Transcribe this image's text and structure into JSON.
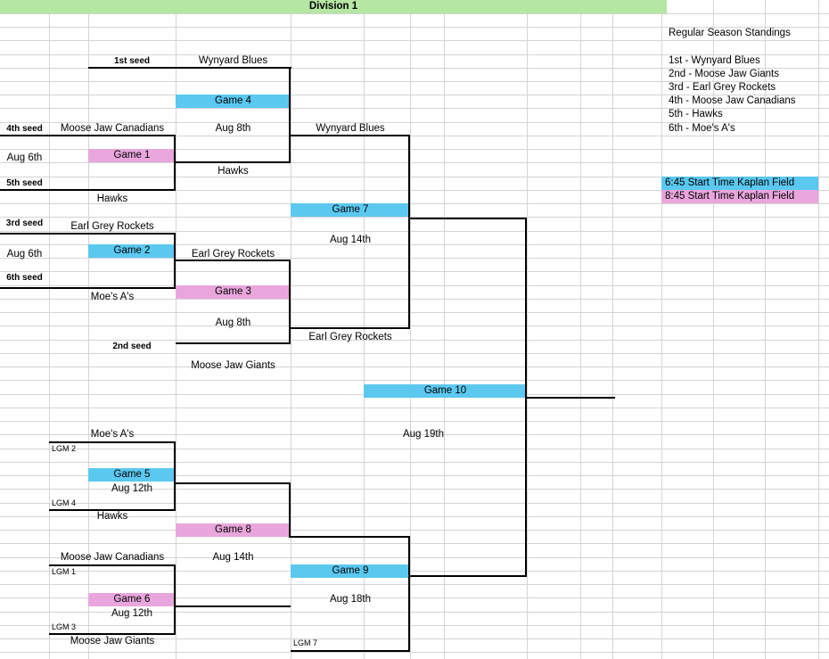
{
  "sheet": {
    "title": "Division 1",
    "colors": {
      "header_green": "#b5e6a2",
      "early_game_cyan": "#5bc8f0",
      "late_game_pink": "#e8a6dc",
      "gridline": "#d4d4d4",
      "bracket_rule": "#000000"
    }
  },
  "standings": {
    "heading": "Regular Season Standings",
    "rows": [
      "1st - Wynyard Blues",
      "2nd - Moose Jaw Giants",
      "3rd - Earl Grey Rockets",
      "4th - Moose Jaw Canadians",
      "5th - Hawks",
      "6th - Moe's A's"
    ]
  },
  "legend": {
    "items": [
      {
        "label": "6:45 Start Time Kaplan Field",
        "color": "#5bc8f0"
      },
      {
        "label": "8:45 Start Time Kaplan Field",
        "color": "#e8a6dc"
      }
    ]
  },
  "seeds": {
    "s1": "1st seed",
    "s2": "2nd seed",
    "s3": "3rd seed",
    "s4": "4th seed",
    "s5": "5th seed",
    "s6": "6th seed"
  },
  "dates": {
    "aug6_top": "Aug 6th",
    "aug6_bottom": "Aug 6th"
  },
  "teams": {
    "wynyard_top": "Wynyard Blues",
    "mj_canadians_top": "Moose Jaw Canadians",
    "hawks_top": "Hawks",
    "hawks_g4_loser": "Hawks",
    "wynyard_g7": "Wynyard Blues",
    "earl_grey_top": "Earl Grey Rockets",
    "moes_top": "Moe's A's",
    "earl_grey_g2_win": "Earl Grey Rockets",
    "mj_giants_top": "Moose Jaw Giants",
    "earl_grey_g7": "Earl Grey Rockets",
    "moes_lower": "Moe's A's",
    "hawks_lower": "Hawks",
    "mj_canadians_lower": "Moose Jaw Canadians",
    "mj_giants_lower": "Moose Jaw Giants"
  },
  "lgm": {
    "lgm1": "LGM 1",
    "lgm2": "LGM 2",
    "lgm3": "LGM 3",
    "lgm4": "LGM 4",
    "lgm7": "LGM 7"
  },
  "games": [
    {
      "id": "game1",
      "label": "Game 1",
      "date": "",
      "slot": "pink"
    },
    {
      "id": "game2",
      "label": "Game 2",
      "date": "",
      "slot": "cyan"
    },
    {
      "id": "game3",
      "label": "Game 3",
      "date": "Aug 8th",
      "slot": "pink"
    },
    {
      "id": "game4",
      "label": "Game 4",
      "date": "Aug 8th",
      "slot": "cyan"
    },
    {
      "id": "game5",
      "label": "Game 5",
      "date": "Aug 12th",
      "slot": "cyan"
    },
    {
      "id": "game6",
      "label": "Game 6",
      "date": "Aug 12th",
      "slot": "pink"
    },
    {
      "id": "game7",
      "label": "Game 7",
      "date": "Aug 14th",
      "slot": "cyan"
    },
    {
      "id": "game8",
      "label": "Game 8",
      "date": "Aug 14th",
      "slot": "pink"
    },
    {
      "id": "game9",
      "label": "Game 9",
      "date": "Aug 18th",
      "slot": "cyan"
    },
    {
      "id": "game10",
      "label": "Game 10",
      "date": "Aug 19th",
      "slot": "cyan"
    }
  ]
}
